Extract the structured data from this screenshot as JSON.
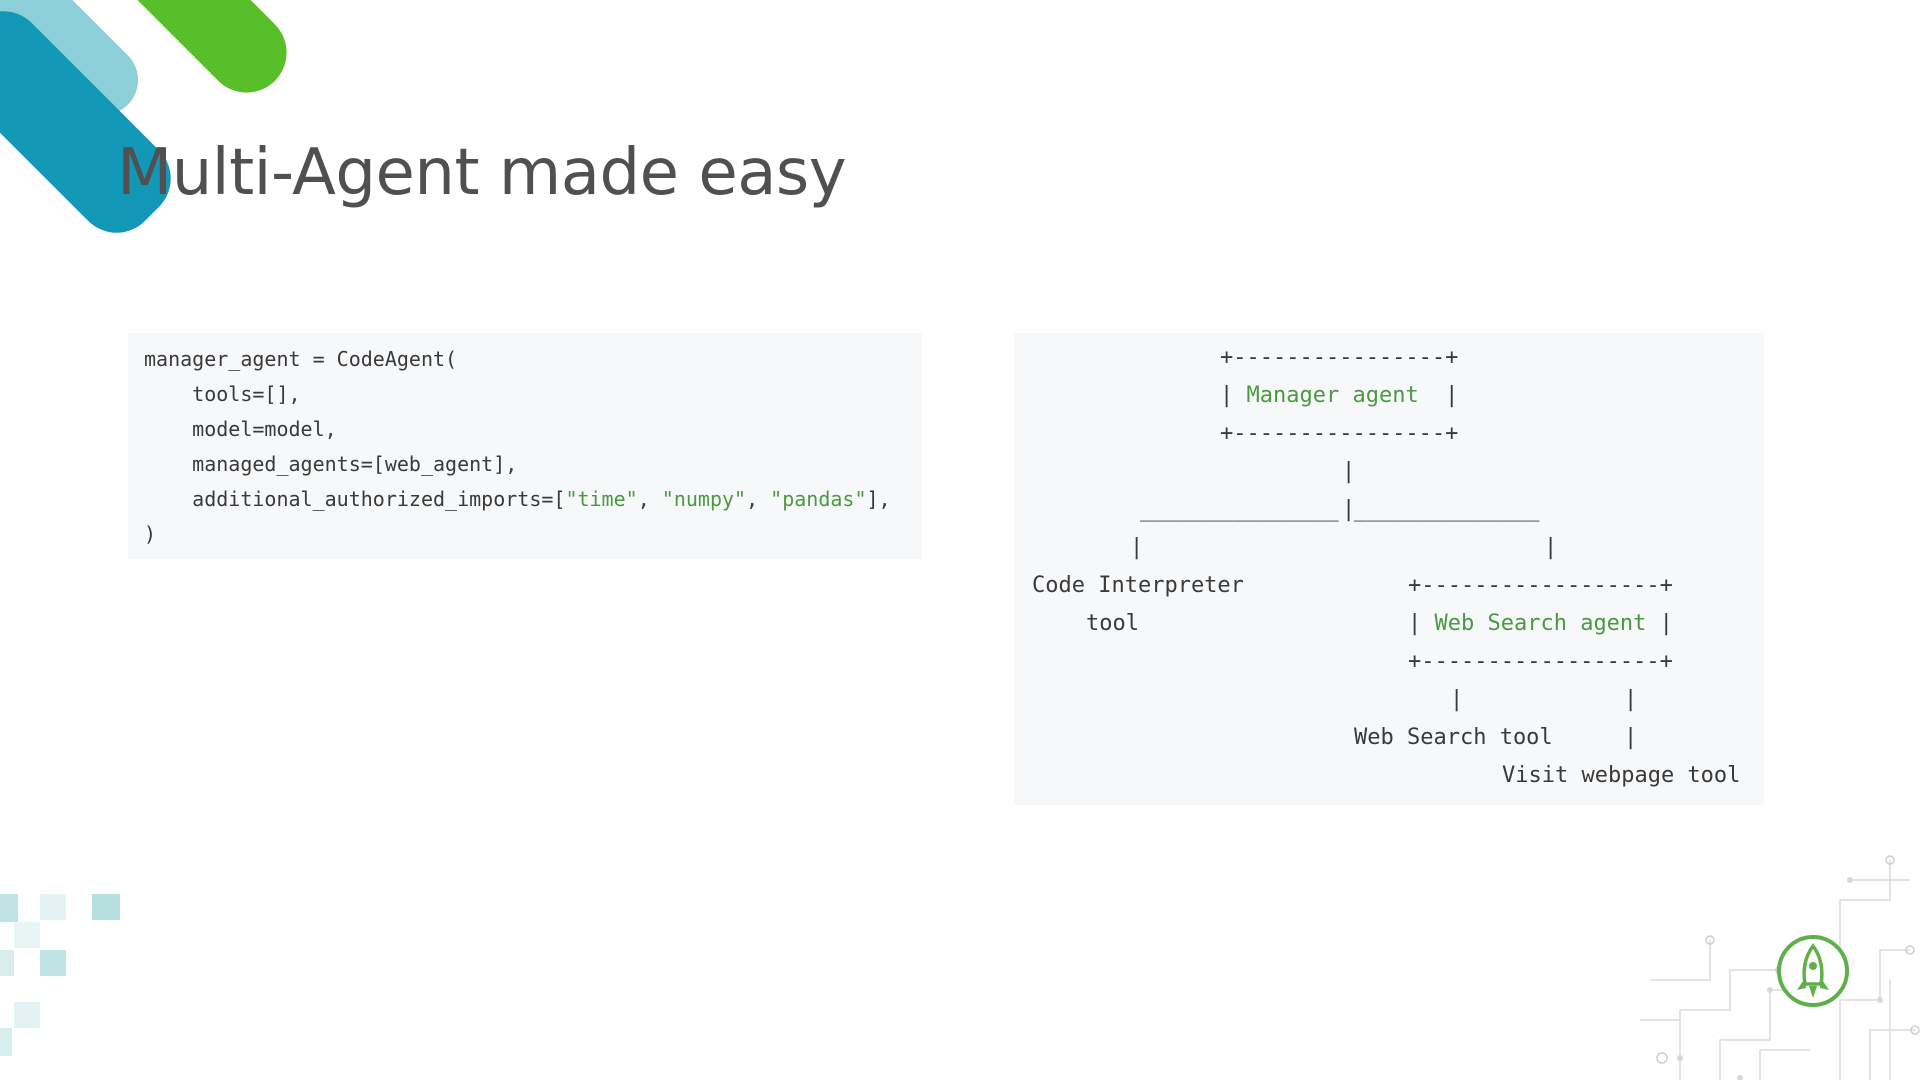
{
  "slide": {
    "title": "Multi-Agent made easy"
  },
  "code_snippet": {
    "lines": [
      {
        "plain_before": "manager_agent = CodeAgent(",
        "strings": []
      },
      {
        "plain_before": "    tools=[],",
        "strings": []
      },
      {
        "plain_before": "    model=model,",
        "strings": []
      },
      {
        "plain_before": "    managed_agents=[web_agent],",
        "strings": []
      },
      {
        "plain_before": "    additional_authorized_imports=[",
        "strings": []
      },
      {
        "plain_before": ")",
        "strings": []
      }
    ],
    "imports_line": {
      "prefix": "    additional_authorized_imports=[",
      "s1": "\"time\"",
      "sep1": ", ",
      "s2": "\"numpy\"",
      "sep2": ", ",
      "s3": "\"pandas\"",
      "suffix": "],"
    }
  },
  "diagram": {
    "manager_box_top": "+----------------+",
    "manager_box_mid_left": "| ",
    "manager_label": "Manager agent",
    "manager_box_mid_right": "  |",
    "manager_box_bottom": "+----------------+",
    "vertical_bar": "|",
    "branch_left": "_______________",
    "branch_center": "|",
    "branch_right": "______________",
    "branch_left_drop": "|",
    "branch_right_drop": "|",
    "code_interpreter_line1": "Code Interpreter",
    "code_interpreter_line2": "tool",
    "web_box_top": "+------------------+",
    "web_box_mid_left": "| ",
    "web_label": "Web Search agent",
    "web_box_mid_right": " |",
    "web_box_bottom": "+------------------+",
    "web_drop_left": "|",
    "web_drop_right": "|",
    "web_search_tool": "Web Search tool",
    "web_drop_right_2": "|",
    "visit_webpage_tool": "Visit webpage tool"
  },
  "colors": {
    "accent_green": "#4a9a40",
    "title_gray": "#505050",
    "code_bg": "#f7f8fa",
    "brand_blue": "#1298b6",
    "brand_green": "#58bf2a",
    "brand_light": "#8ccfd8"
  },
  "icons": {
    "logo": "rocket-logo-icon"
  }
}
